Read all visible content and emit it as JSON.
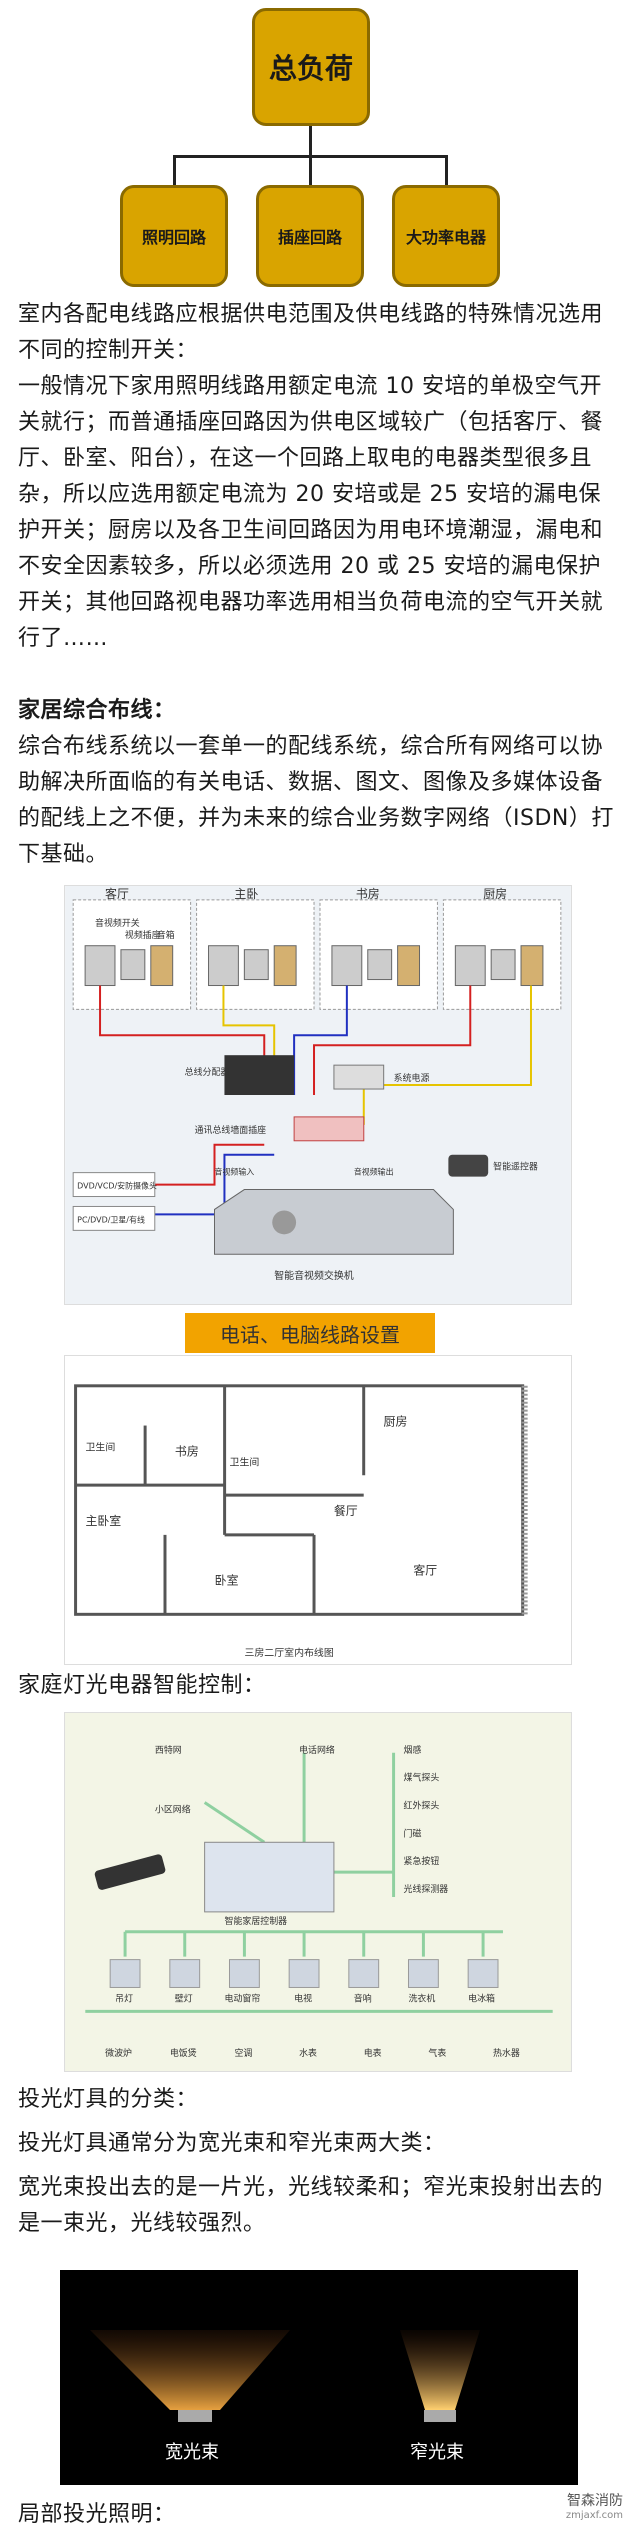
{
  "tree": {
    "root": "总负荷",
    "children": [
      "照明回路",
      "插座回路",
      "大功率电器"
    ]
  },
  "paragraphs": {
    "p1": "室内各配电线路应根据供电范围及供电线路的特殊情况选用不同的控制开关：",
    "p2": "一般情况下家用照明线路用额定电流 10 安培的单极空气开关就行；而普通插座回路因为供电区域较广（包括客厅、餐厅、卧室、阳台），在这一个回路上取电的电器类型很多且杂，所以应选用额定电流为 20 安培或是 25 安培的漏电保护开关；厨房以及各卫生间回路因为用电环境潮湿，漏电和不安全因素较多，所以必须选用 20 或 25 安培的漏电保护开关；其他回路视电器功率选用相当负荷电流的空气开关就行了……",
    "h1": "家居综合布线：",
    "p3": "综合布线系统以一套单一的配线系统，综合所有网络可以协助解决所面临的有关电话、数据、图文、图像及多媒体设备的配线上之不便，并为未来的综合业务数字网络（ISDN）打下基础。",
    "h2": "家庭灯光电器智能控制：",
    "h3": "投光灯具的分类：",
    "p4": "投光灯具通常分为宽光束和窄光束两大类：",
    "p5": "宽光束投出去的是一片光，光线较柔和；窄光束投射出去的是一束光，光线较强烈。",
    "h4": "局部投光照明："
  },
  "wiring_diagram": {
    "rooms": [
      "客厅",
      "主卧",
      "书房",
      "厨房"
    ],
    "labels": [
      "音视频开关",
      "视频插座",
      "音箱",
      "总线分配器",
      "系统电源",
      "通讯总线墙面插座",
      "智能遥控器",
      "智能音视频交换机",
      "DVD/VCD/安防摄像头",
      "PC/DVD/卫星/有线",
      "音视频输入",
      "音视频输出"
    ]
  },
  "caption": "电话、电脑线路设置",
  "floorplan": {
    "rooms": [
      "厨房",
      "餐厅",
      "书房",
      "卫生间",
      "卫生间",
      "主卧室",
      "卧室",
      "客厅"
    ],
    "title": "三房二厅室内布线图"
  },
  "smart_control": {
    "center": "智能家居控制器",
    "top": [
      "西特网",
      "电话网络",
      "小区网络"
    ],
    "sensors": [
      "烟感",
      "煤气探头",
      "红外探头",
      "门磁",
      "紧急按钮",
      "光线探测器"
    ],
    "devices": [
      "吊灯",
      "壁灯",
      "电动窗帘",
      "电视",
      "音响",
      "洗衣机",
      "电冰箱"
    ],
    "bottom": [
      "微波炉",
      "电饭煲",
      "空调",
      "水表",
      "电表",
      "气表",
      "热水器"
    ]
  },
  "beams": {
    "wide": "宽光束",
    "narrow": "窄光束"
  },
  "watermark": {
    "name": "智森消防",
    "url": "zmjaxf.com"
  }
}
